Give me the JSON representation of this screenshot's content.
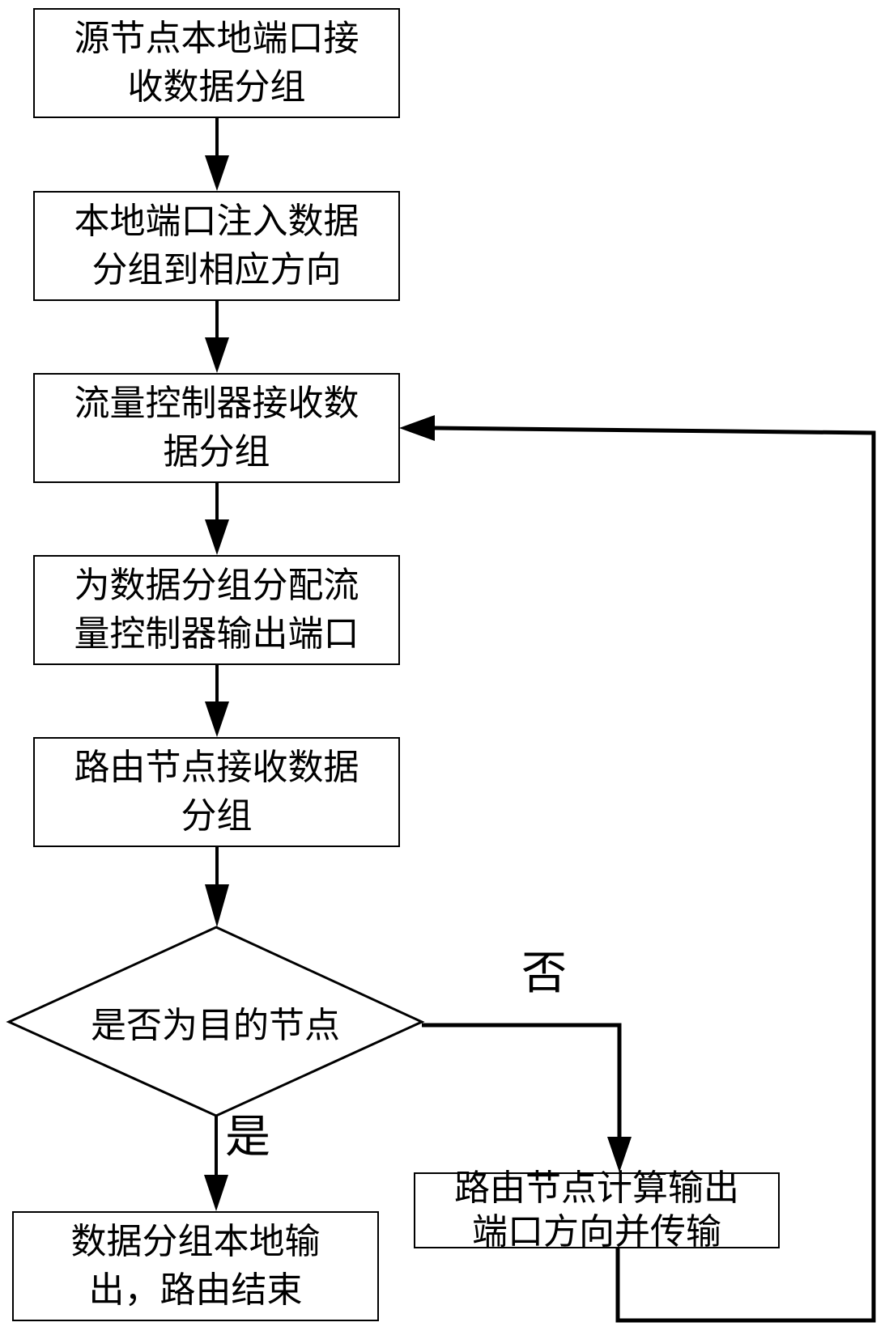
{
  "diagram": {
    "type": "flowchart",
    "steps": [
      {
        "id": "s1",
        "lines": [
          "源节点本地端口接",
          "收数据分组"
        ]
      },
      {
        "id": "s2",
        "lines": [
          "本地端口注入数据",
          "分组到相应方向"
        ]
      },
      {
        "id": "s3",
        "lines": [
          "流量控制器接收数",
          "据分组"
        ]
      },
      {
        "id": "s4",
        "lines": [
          "为数据分组分配流",
          "量控制器输出端口"
        ]
      },
      {
        "id": "s5",
        "lines": [
          "路由节点接收数据",
          "分组"
        ]
      }
    ],
    "decision": {
      "id": "d1",
      "text": "是否为目的节点"
    },
    "yes_branch": {
      "label": "是",
      "step": {
        "id": "s6",
        "lines": [
          "数据分组本地输",
          "出，路由结束"
        ]
      }
    },
    "no_branch": {
      "label": "否",
      "step": {
        "id": "s7",
        "lines": [
          "路由节点计算输出",
          "端口方向并传输"
        ]
      }
    },
    "edges": [
      {
        "from": "s1",
        "to": "s2"
      },
      {
        "from": "s2",
        "to": "s3"
      },
      {
        "from": "s3",
        "to": "s4"
      },
      {
        "from": "s4",
        "to": "s5"
      },
      {
        "from": "s5",
        "to": "d1"
      },
      {
        "from": "d1",
        "to": "s6",
        "label": "是"
      },
      {
        "from": "d1",
        "to": "s7",
        "label": "否"
      },
      {
        "from": "s7",
        "to": "s3",
        "kind": "feedback-loop"
      }
    ]
  }
}
